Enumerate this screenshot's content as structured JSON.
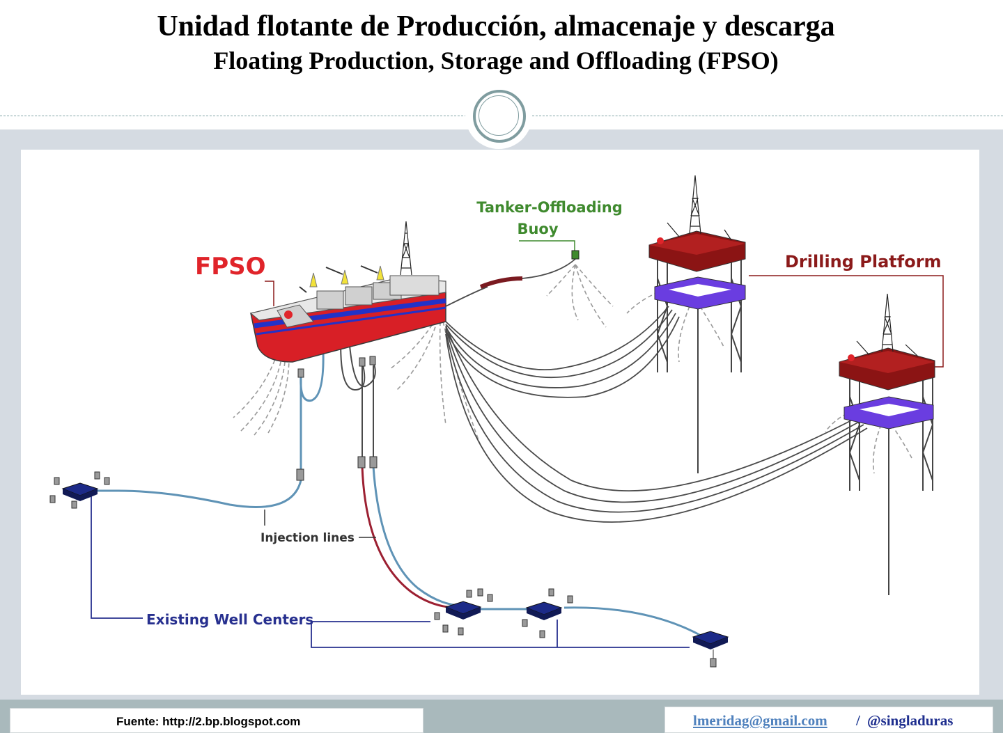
{
  "title": {
    "main": "Unidad flotante de Producción, almacenaje y descarga",
    "sub": "Floating Production, Storage and Offloading (FPSO)"
  },
  "diagram": {
    "label_fpso": "FPSO",
    "label_buoy_line1": "Tanker-Offloading",
    "label_buoy_line2": "Buoy",
    "label_drilling": "Drilling Platform",
    "label_injection": "Injection lines",
    "label_wells": "Existing Well Centers"
  },
  "footer": {
    "source": "Fuente: http://2.bp.blogspot.com",
    "email": "lmeridag@gmail.com",
    "separator": "/",
    "handle": "@singladuras"
  },
  "colors": {
    "fpso_label": "#e0242a",
    "buoy_label": "#3f8a2e",
    "drilling_label": "#8b1a1a",
    "wells_label": "#27308f",
    "hull_red": "#d81f26",
    "hull_blue": "#2232c8",
    "injection_blue": "#5f93b6",
    "injection_red": "#9c2032",
    "platform_dark_red": "#8b1414",
    "platform_purple": "#6a3de0"
  }
}
